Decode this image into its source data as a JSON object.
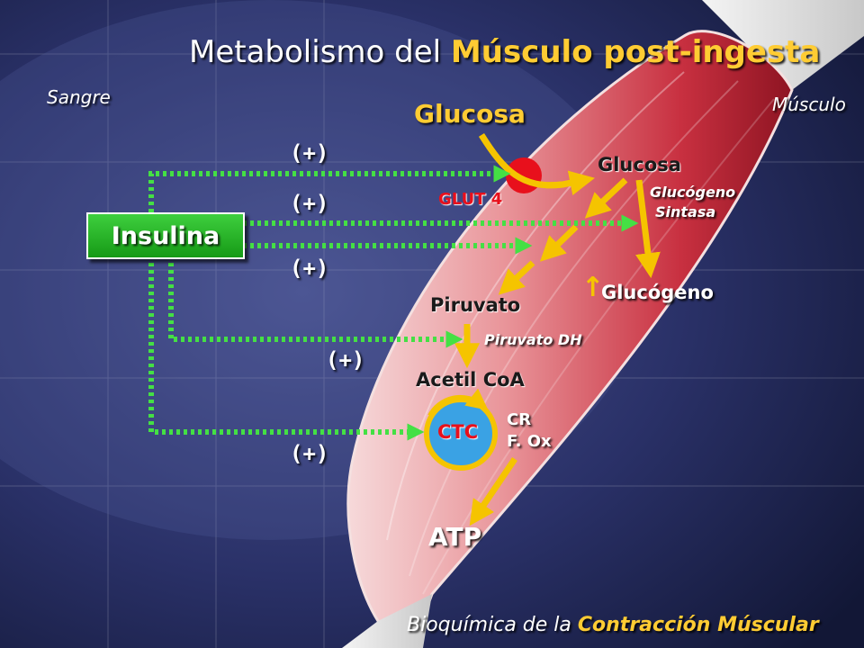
{
  "title": {
    "prefix": "Metabolismo del ",
    "highlight": "Músculo post-ingesta"
  },
  "labels": {
    "blood": "Sangre",
    "muscle": "Músculo"
  },
  "nodes": {
    "glucose_blood": "Glucosa",
    "glut4": "GLUT 4",
    "glucose_cell": "Glucosa",
    "glycogen_synthase_line1": "Glucógeno",
    "glycogen_synthase_line2": "Sintasa",
    "glycogen_arrow": "↑",
    "glycogen": "Glucógeno",
    "pyruvate": "Piruvato",
    "pyruvate_dh": "Piruvato DH",
    "acetyl_coa": "Acetil CoA",
    "ctc": "CTC",
    "cr": "CR",
    "fox": "F. Ox",
    "atp": "ATP"
  },
  "insulin": "Insulina",
  "activations": [
    "(+)",
    "(+)",
    "(+)",
    "(+)",
    "(+)"
  ],
  "footer": {
    "prefix": "Bioquímica de la ",
    "highlight": "Contracción Múscular"
  },
  "colors": {
    "background": "#1c2456",
    "muscle_pink": "#e88a8e",
    "muscle_red": "#b81e2c",
    "glut4_red": "#e8101c",
    "arrow_yellow": "#f5c400",
    "insulin_green": "#2dbb2d",
    "dotted_green": "#44e044",
    "title_accent": "#ffcc33"
  }
}
